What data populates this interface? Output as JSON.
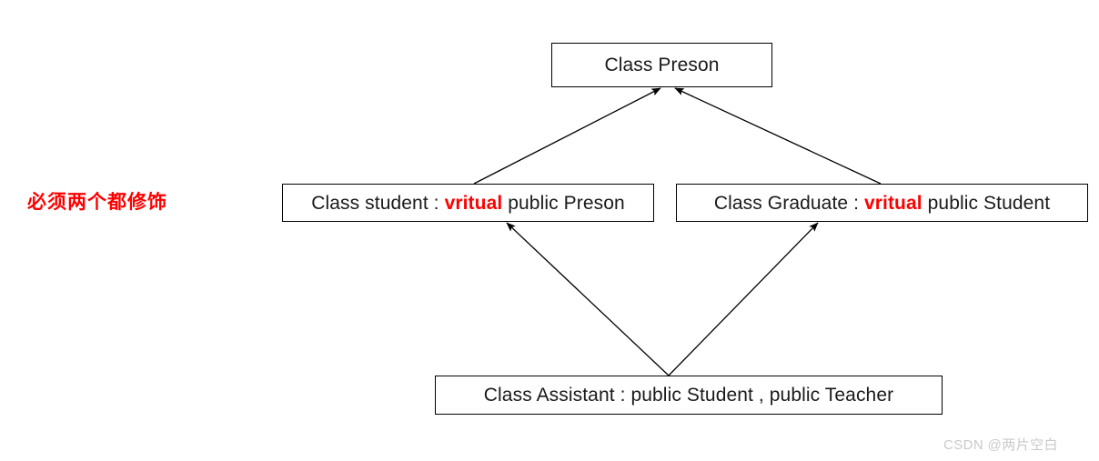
{
  "diagram": {
    "type": "uml-class-inheritance",
    "background_color": "#ffffff",
    "line_color": "#000000",
    "text_color": "#1a1a1a",
    "keyword_color": "#ff0000",
    "boxes": [
      {
        "id": "preson",
        "label": "Class Preson",
        "parts": [
          {
            "text": "Class Preson",
            "style": "normal"
          }
        ]
      },
      {
        "id": "student",
        "label": "Class student : vritual public Preson",
        "parts": [
          {
            "text": "Class student : ",
            "style": "normal"
          },
          {
            "text": "vritual",
            "style": "keyword"
          },
          {
            "text": " public Preson",
            "style": "normal"
          }
        ]
      },
      {
        "id": "graduate",
        "label": "Class Graduate : vritual  public Student",
        "parts": [
          {
            "text": "Class Graduate : ",
            "style": "normal"
          },
          {
            "text": "vritual",
            "style": "keyword"
          },
          {
            "text": "  public Student",
            "style": "normal"
          }
        ]
      },
      {
        "id": "assistant",
        "label": "Class Assistant : public Student , public Teacher",
        "parts": [
          {
            "text": "Class Assistant : public Student , public Teacher",
            "style": "normal"
          }
        ]
      }
    ],
    "arrows": [
      {
        "id": "student-to-preson",
        "from": "student",
        "to": "preson"
      },
      {
        "id": "graduate-to-preson",
        "from": "graduate",
        "to": "preson"
      },
      {
        "id": "assistant-to-student",
        "from": "assistant",
        "to": "student"
      },
      {
        "id": "assistant-to-graduate",
        "from": "assistant",
        "to": "graduate"
      }
    ]
  },
  "annotation": {
    "note": "必须两个都修饰",
    "color": "#ff0000"
  },
  "watermark": {
    "text": "CSDN @两片空白",
    "color": "#c9c9c9"
  }
}
